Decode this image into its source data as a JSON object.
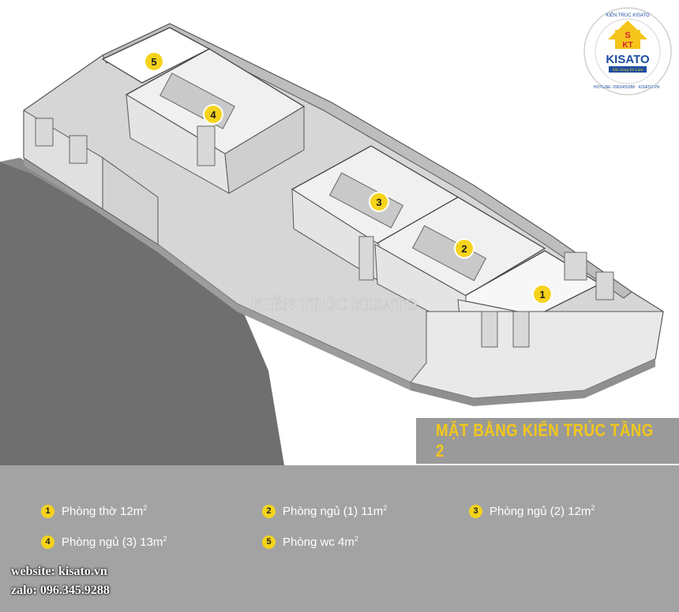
{
  "logo": {
    "ring_text": "KIẾN TRÚC KISATO",
    "monogram": "S KT",
    "brand": "KISATO",
    "tagline": "Sẵn Sàng Đi Làm",
    "hotline": "HOTLINE: 0963455288",
    "site": "KISATO.VN"
  },
  "watermark": "KIẾN TRÚC KISATO",
  "title": "MẶT BẰNG KIẾN TRÚC TẦNG 2",
  "markers": [
    "1",
    "2",
    "3",
    "4",
    "5"
  ],
  "legend": [
    {
      "num": "1",
      "text": "Phòng thờ 12m",
      "sup": "2"
    },
    {
      "num": "2",
      "text": "Phòng ngủ (1) 11m",
      "sup": "2"
    },
    {
      "num": "3",
      "text": "Phòng ngủ (2) 12m",
      "sup": "2"
    },
    {
      "num": "4",
      "text": "Phòng ngủ (3) 13m",
      "sup": "2"
    },
    {
      "num": "5",
      "text": "Phòng wc 4m",
      "sup": "2"
    }
  ],
  "contact": {
    "website": "website: kisato.vn",
    "zalo": "zalo: 096.345.9288"
  },
  "colors": {
    "accent_yellow": "#f5d31c",
    "title_yellow": "#f2c71b",
    "panel_grey": "#a3a3a3",
    "logo_red": "#d4252b",
    "logo_blue": "#1c4ea0"
  }
}
